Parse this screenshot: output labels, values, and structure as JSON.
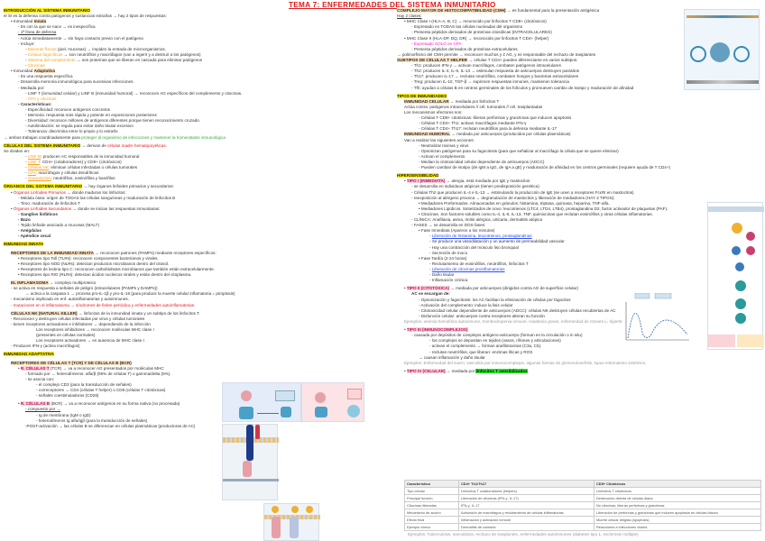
{
  "title": "TEMA 7: ENFERMEDADES DEL SISTEMA INMUNITARIO",
  "left": {
    "intro": {
      "heading": "INTRODUCCIÓN AL SISTEMA INMUNITARIO",
      "line1": "el SI es la defensa contra patógenos y sustancias extrañas → hay 2 tipos de respuestas:",
      "innata_label": "Inmunidad ",
      "innata_hl": "Innata",
      "innata_items": [
        "Es con la que se nace → es inespecífica",
        "1ª línea de defensa",
        "Actúa inmediatamente → sin haya contacto previo con el patógeno",
        "Incluye:"
      ],
      "incluye": [
        {
          "hl": "Barreras físicas",
          "rest": " (piel, mucosas) → impiden la entrada de microorganismos."
        },
        {
          "hl": "Células fagocíticas",
          "rest": " → son neutrófilos y macrófagos (van a ingerir y a destruir a los patógenos)"
        },
        {
          "hl": "Sistema del complemento",
          "rest": " → son proteínas que se liberan en cascada para eliminar patógenos"
        },
        {
          "hl": "Citocinas",
          "rest": ""
        }
      ],
      "adapt_label": "Inmunidad ",
      "adapt_hl": "Adaptativa",
      "adapt_items": [
        "Es una respuesta específica",
        "Desarrolla memoria inmunológica para sucesivas infecciones.",
        "Mediada por:"
      ],
      "mediada": [
        "LINF T (inmunidad celular) y LINF B (inmunidad humoral) → reconocen AG específicos del complemento y citocinas.",
        "CPA y citocinas"
      ],
      "caract_label": "Características:",
      "caract": [
        "Especificidad: reconoce antígenos concretos",
        "Memoria: respuesta más rápida y potente en exposiciones posteriores",
        "Diversidad: reconoce millones de antígenos diferentes porque tienen reconocimiento cruzado",
        "Autolimitación: se regula para evitar daño tisular excesivo",
        "Tolerancia: discrimina entre lo propio y lo extraño"
      ],
      "ambos": "→ ambos trabajan coordinadamente para ",
      "ambos_green": "proteger al organismo de infecciones y mantener la homeostasis inmunológica"
    },
    "celulas": {
      "heading": "CÉLULAS DEL SISTEMA INMUNITARIO",
      "heading_rest": " → derivan de ",
      "heading_red": "células madre hematopoyéticas.",
      "divide": "Se dividen en:",
      "items": [
        {
          "hl": "LINF B",
          "rest": ": producen AC responsables de la inmunidad humoral"
        },
        {
          "hl": "LINF T",
          "rest": ": CD4+ (colaboradores) y CD8+ (citotóxicos)"
        },
        {
          "hl": "Células NK",
          "rest": ": eliminan células infectadas o células tumorales"
        },
        {
          "hl": "CPA",
          "rest": ": macrófagos y células dendríticas"
        },
        {
          "hl": "Granulocitos",
          "rest": ": neutrófilos, eosinófilos y basófilos"
        }
      ]
    },
    "organos": {
      "heading": "ÓRGANOS DEL SISTEMA INMUNITARIO",
      "heading_rest": " → hay órganos linfoides primarios y secundarios:",
      "prim_red": "Órganos Linfoides Primarios",
      "prim_rest": " → donde maduran los linfocitos:",
      "prim_items": [
        "Médula ósea: origen de TODAS las células sanguíneas y maduración de linfocitos B",
        "Timo: maduración de linfocitos T"
      ],
      "sec_red": "Órganos Linfoides Secundarios",
      "sec_rest": " → donde se inician las respuestas inmunitarias:",
      "sec_items": [
        "Ganglios linfáticos",
        "Bazo",
        "Tejido linfoide asociado a mucosas (MALT)",
        "Amígdalas",
        "Apéndice cecal"
      ]
    },
    "innata": {
      "heading": "INMUNIDAD INNATA",
      "rec_heading": "RECEPTORES DE LA INMUNIDAD INNATA",
      "rec_rest": " → reconocen patrones (PAMPs) mediante receptores específicos:",
      "rec_items": [
        "Receptores tipo Toll (TLRs): reconocen componentes bacterianos y virales.",
        "Receptores tipo NOD (NLRs): detectan productos microbianos dentro del citosol.",
        "Receptores de lectina tipo C: reconocen carbohidratos microbianos que también están extracelularmente.",
        "Receptores tipo RIG (RLRs): detectan ácidos nucleicos virales y están dentro del citoplasma."
      ],
      "inflam_heading": "EL INFLAMASOMA",
      "inflam_rest": " → complejo multiproteico",
      "inflam_items": [
        "- se activa en respuesta a señales de peligro (intracelulares (PAMPs y DAMPs))",
        "→ activa a la caspasa-1 → procesa pro-IL-1β y pro-IL-18 (para producir la muerte celular inflamatoria = piroptosis)",
        "- mecanismo implicado en enf. autoinflamatorias y autoinmunes.",
        "- mutaciones en el inflamasoma → síndromes de fiebre periódica y enfermedades autoinflamatorias."
      ],
      "nk_heading": "CÉLULAS NK (NATURAL KILLER)",
      "nk_rest": " → linfocitos de la inmunidad innata y un subtipo de los linfocitos T.",
      "nk_items": [
        "- Reconocen y destruyen células infectadas por virus y células tumorales",
        "- tienen receptores activadores e inhibidores → dependiendo de la infección",
        "Los receptores inhibidores → reconocen moléculas MHC clase I",
        "(presentes en células normales)",
        "Los receptores activadores → en ausencia de MHC clase I",
        "- Producen IFN-γ (activa macrófagos)"
      ]
    },
    "adaptativa": {
      "heading": "INMUNIDAD ADAPTATIVA",
      "rec_heading": "RECEPTORES DE CÉLULAS T (TCR) Y DE CÉLULAS B (BCR)",
      "tcr_label": "R. CÉLULAS T",
      "tcr_rest": " (TCR) → va a reconocer AG presentados por moléculas MHC",
      "tcr_items": [
        "- formado por → heterodímeros: alfa/β (95% de células T) o gamma/delta (5%).",
        "- se asocia con:",
        "- el complejo CD3 (para la transducción de señales)",
        "- correceptores → CD4 (células T helper) o CD8 (células T citotóxicas)",
        "- señales coestimuladoras (CD28)"
      ],
      "bcr_label": "R. CÉLULAS B",
      "bcr_rest": " (BCR) → va a reconocer antígenos en su forma nativa (no procesada)",
      "bcr_items": [
        "- compuesto por →",
        "- Ig de membrana (IgM o IgD)",
        "- heterodímeros Ig alfa/Igβ (para la transducción de señales)",
        "-POST-activación → las células B se diferencian en células plasmáticas (productoras de AC)"
      ]
    }
  },
  "right": {
    "cmh": {
      "heading": "COMPLEJO MAYOR DE HISTOCOMPATIBILIDAD (CMH)",
      "heading_rest": " → es fundamental para la presentación antigénica",
      "clases": "Hay 2 clases:",
      "c1": "MHC Clase I (HLA-A, B, C) → reconocido por linfocitos T CD8+ (citotóxicos)",
      "c1_items": [
        "Expresado en TODAS las células nucleadas del organismo",
        "Presenta péptidos derivados de proteínas citosólicas (INTRACELULARES)"
      ],
      "c2": "MHC Clase II (HLA-DP, DQ, DR) → reconocido por linfocitos T CD4+ (helper)",
      "c2_items": [
        "Expresado SOLO en CPA",
        "Presenta péptidos derivados de proteínas extracelulares"
      ],
      "poli": "→ polimorfismo del CMH permite → reconocer muchos y ≠ AG, y es responsable del rechazo de trasplantes"
    },
    "th": {
      "heading": "SUBTIPOS DE CÉLULAS T HELPER",
      "heading_rest": " → células T CD4+ pueden diferenciarse en varios subtipos:",
      "items": [
        "Th1: producen IFN-γ → activan macrófagos, combaten patógenos intracelulares",
        "Th2: producen IL-4, IL-5, IL-13 → estimulan respuesta de anticuerpos destruyen parásitos",
        "Th17: producen IL-17 → reclutan neutrófilos, combaten hongos y bacterias extracelulares",
        "Treg: producen IL-10, TGF-β → suprimen respuestas inmunes, mantienen tolerancia",
        "Tfh: ayudan a células B en centros germinales de los folículos y promueven cambio de isotipo y maduración de afinidad"
      ]
    },
    "tipos": {
      "heading": "TIPOS DE INMUNIDADES",
      "cel_heading": "INMUNIDAD CELULAR",
      "cel_rest": " → mediada por linfocitos T",
      "cel_items": [
        "Actúa contra: patógenos intracelulares // cél. tumorales // cél. trasplantadas",
        "Los mecanismos efectores son:",
        "Células T CD8+ citotóxicas: liberan perforinas y granzimas que inducen apoptosis",
        "Células T CD4+ Th1: activan macrófagos mediante IFN-γ",
        "Células T CD4+ Th17: reclutan neutrófilos para la defensa mediante IL-17"
      ],
      "hum_heading": "INMUNIDAD HUMORAL",
      "hum_rest": " → mediada por anticuerpos (producidos por células plasmáticas)",
      "hum_items": [
        "Van a realizar las siguientes acciones:",
        "Neutralizar toxinas y virus",
        "Opsonizan patógenos para su fagocitosis (para que señalizar al macrófago la célula que se quiere eliminar)",
        "Activan el complemento",
        "Median la citotoxicidad celular dependiente de anticuerpos (ADCC)",
        "Pueden cambiar de isotipo (de IgM a IgG, de IgA a gE) y maduración de afinidad en los centros germinales (requiere ayuda de T CD4+)"
      ]
    },
    "hiper": {
      "heading": "HIPERSENSIBILIDAD",
      "t1_label": "TIPO I (INMEDIATA)",
      "t1_rest": " → alergia, está mediada por IgE y mastocitos",
      "t1_items": [
        "se desarrolla en individuos atópicos (tienen predisposición genética)",
        "Células Th2 que producen IL-4 e IL-13 → estimulando la producción de IgE (se unen a receptores FcεRI en mastocitos)",
        "reexposición al alérgeno provoca → degranulación de mastocitos y liberación de mediadores (HAY 3 TIPOS):",
        "Mediadores Preformados. Almacenados en gránulos: histamina, triptasa, quimasa, heparina, TNF-alfa.",
        "Mediadores Lipídicos. Sintetizados de novo: leucotrienos (LTC4, LTD4, LTB4), prostaglandina D2, factor activador de plaquetas (PAF).",
        "Citocinas. Son factores solubles como IL-4, IL-5, IL-13, TNF, quimiocinas que reclutan eosinófilos y otras células inflamatorias.",
        "CLÍNICA: Anafilaxia, asma, rinitis alérgica, urticaria, dermatitis atópica",
        "FASES → se desarrolla en DOS fases:",
        "Fase Inmediata (Aparece a los minutos)",
        "Liberación de histamina, leucotrienos, prostaglandinas",
        "Se produce una vasodilatación y un aumento de permeabilidad vascular",
        "Hay una contracción del músculo liso bronquial",
        "Secreción de moco",
        "Fase Tardía (2-24 horas)",
        "Reclutamiento de eosinófilos, neutrófilos, linfocitos T",
        "Liberación de citocinas proinflamatorias",
        "Daño tisular",
        "Inflamación crónica"
      ],
      "t2_label": "TIPO II (CITOTÓXICA)",
      "t2_rest": " → mediada por anticuerpos (dirigidos contra AG de superficie celular)",
      "t2_items": [
        "AC se encargan de:",
        "- Opsonización y fagocitosis: los AC facilitan la eliminación de células por fagocitos",
        "- Activación del complemento: induce la lisis celular",
        "- Citotoxicidad celular dependiente de anticuerpos (ADCC): células NK destruyen células recubiertas de AC",
        "- Disfunción celular: anticuerpos contra receptores alteran su función",
        "Ejemplos: anemia hemolítica autoinmune, trombocitopenia inmune, miastenia gravis, enfermedad de Graves (= hipertiroidismo)"
      ],
      "t3_label": "TIPO III (INMUNOCOMPLEJOS)",
      "t3_items": [
        "causada por depósitos de complejos antígeno-anticuerpo (forman en la circulación o in situ)",
        "- los complejos se depositan en tejidos (vasos, riñones y articulaciones)",
        "- activan el complemento → forman anafilotoxinas (C3a, C5).",
        "- reclutan neutrófilos, que liberan: enzimas líticas y ROS",
        "→ causan inflamación y daño tisular",
        "Ejemplos: Enfermedad del suero, vasculitis por inmunocomplejos, algunas formas de glomerulonefritis, lupus eritematoso sistémico."
      ],
      "t4_label": "TIPO IV (CELULAR)",
      "t4_rest": " → mediada por ",
      "t4_hl": "linfocitos T sensibilizados",
      "t4_table": [
        [
          "Característica",
          "CD4+ Th1/Th17",
          "CD8+ Citotóxicos"
        ],
        [
          "Tipo celular",
          "Linfocitos T colaboradores (helpers)",
          "Linfocitos T citotóxicos"
        ],
        [
          "Principal función",
          "Liberación de citocinas (IFN-γ, IL-17)",
          "Destrucción directa de células diana"
        ],
        [
          "Citocinas liberadas",
          "IFN-γ, IL-17",
          "No citocinas, liberan perforinas y granzimas"
        ],
        [
          "Mecanismo de acción",
          "Activación de macrófagos y reclutamiento de células inflamatorias",
          "Liberación de perforinas y granzimas que inducen apoptosis en células blanco"
        ],
        [
          "Efecto final",
          "Inflamación y activación inmune",
          "Muerte celular dirigida (apoptosis)"
        ],
        [
          "Ejemplo clínico",
          "Dermatitis de contacto",
          "Reacciones a infecciones virales"
        ]
      ],
      "t4_example": "Ejemplos: Tuberculosis, sarcoidosis, rechazo de trasplantes, enfermedades autoinmunes (diabetes tipo 1, esclerosis múltiple)"
    }
  }
}
